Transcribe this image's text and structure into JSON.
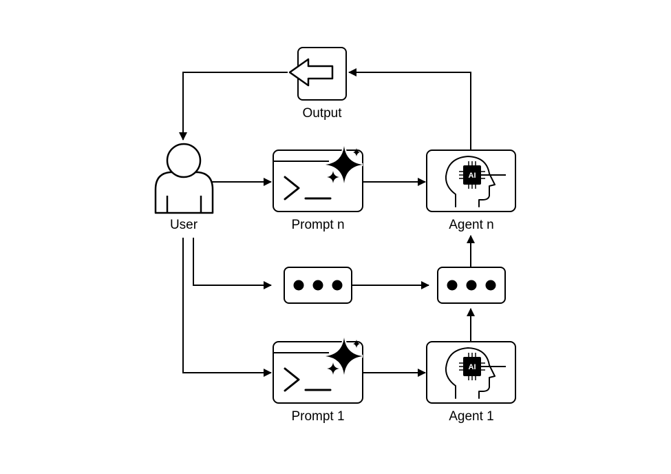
{
  "diagram": {
    "nodes": {
      "output": {
        "label": "Output",
        "icon": "arrow-left-icon"
      },
      "user": {
        "label": "User",
        "icon": "user-icon"
      },
      "prompt_n": {
        "label": "Prompt n",
        "icon": "prompt-terminal-sparkle-icon"
      },
      "agent_n": {
        "label": "Agent n",
        "icon": "ai-head-chip-icon",
        "chip_text": "AI"
      },
      "prompt_mid": {
        "label": "",
        "icon": "ellipsis-icon"
      },
      "agent_mid": {
        "label": "",
        "icon": "ellipsis-icon"
      },
      "prompt_1": {
        "label": "Prompt 1",
        "icon": "prompt-terminal-sparkle-icon"
      },
      "agent_1": {
        "label": "Agent 1",
        "icon": "ai-head-chip-icon",
        "chip_text": "AI"
      }
    },
    "edges": [
      {
        "from": "user",
        "to": "prompt_n"
      },
      {
        "from": "prompt_n",
        "to": "agent_n"
      },
      {
        "from": "agent_n",
        "to": "output"
      },
      {
        "from": "output",
        "to": "user"
      },
      {
        "from": "user",
        "to": "prompt_mid"
      },
      {
        "from": "prompt_mid",
        "to": "agent_mid"
      },
      {
        "from": "agent_mid",
        "to": "agent_n"
      },
      {
        "from": "user",
        "to": "prompt_1"
      },
      {
        "from": "prompt_1",
        "to": "agent_1"
      },
      {
        "from": "agent_1",
        "to": "agent_mid"
      }
    ],
    "colors": {
      "stroke": "#000000",
      "fill": "#ffffff"
    }
  }
}
